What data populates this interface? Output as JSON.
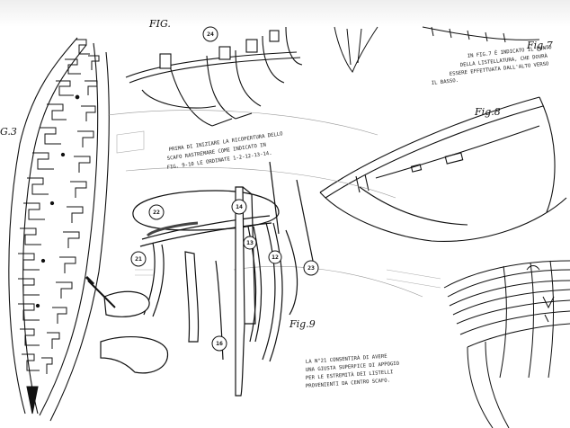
{
  "figures": {
    "fig3": "G.3",
    "fig7": "Fig.7",
    "fig8": "Fig.8",
    "fig9": "Fig.9",
    "fig_top": "FIG."
  },
  "notes": {
    "fig7_note": [
      "IN FIG.7 È INDICATO IL PUNTO",
      "DELLA LISTELLATURA, CHE DOVRÀ",
      "ESSERE EFFETTUATA DALL'ALTO VERSO",
      "IL BASSO."
    ],
    "center_note": [
      "PRIMA DI INIZIARE LA RICOPERTURA DELLO",
      "SCAFO RASTREMARE COME INDICATO IN",
      "FIG. 9-10 LE ORDINATE 1-2-12-13-14."
    ],
    "bottom_note": [
      "LA N°21 CONSENTIRÀ DI AVERE",
      "UNA GIUSTA SUPERFICE DI APPOGIO",
      "PER LE ESTREMITÀ DEI LISTELLI",
      "PROVENIENTI DA CENTRO SCAFO."
    ]
  },
  "part_numbers": {
    "p24": "24",
    "p22": "22",
    "p14": "14",
    "p21": "21",
    "p13": "13",
    "p12": "12",
    "p23": "23",
    "p16": "16"
  }
}
